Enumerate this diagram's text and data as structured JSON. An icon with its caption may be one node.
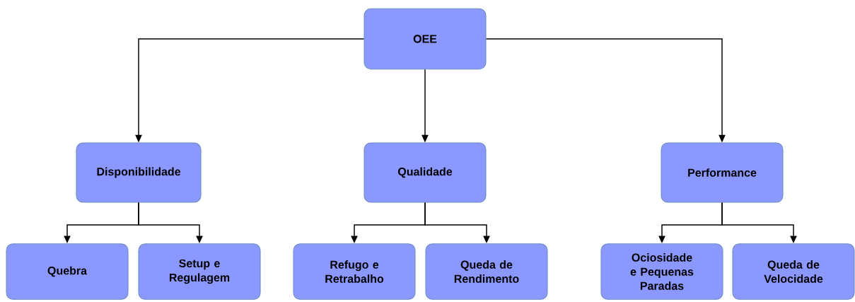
{
  "diagram": {
    "nodes": [
      {
        "text": [
          "OEE"
        ]
      },
      {
        "text": [
          "Disponibilidade"
        ]
      },
      {
        "text": [
          "Qualidade"
        ]
      },
      {
        "text": [
          "Performance"
        ]
      },
      {
        "text": [
          "Quebra"
        ]
      },
      {
        "text": [
          "Setup e Regulagem"
        ]
      },
      {
        "text": [
          "Refugo e Retrabalho"
        ]
      },
      {
        "text": [
          "Queda de Rendimento"
        ]
      },
      {
        "text": [
          "Ociosidade e Pequenas Paradas"
        ]
      },
      {
        "text": [
          "Queda de Velocidade"
        ]
      }
    ],
    "edges": [
      {
        "from": 0,
        "to": 1,
        "arrow": "to"
      },
      {
        "from": 0,
        "to": 2,
        "arrow": "to"
      },
      {
        "from": 0,
        "to": 3,
        "arrow": "to"
      },
      {
        "from": 1,
        "to": 4,
        "arrow": "to"
      },
      {
        "from": 1,
        "to": 5,
        "arrow": "to"
      },
      {
        "from": 2,
        "to": 6,
        "arrow": "to"
      },
      {
        "from": 2,
        "to": 7,
        "arrow": "to"
      },
      {
        "from": 3,
        "to": 8,
        "arrow": "to"
      },
      {
        "from": 3,
        "to": 9,
        "arrow": "to"
      }
    ]
  }
}
